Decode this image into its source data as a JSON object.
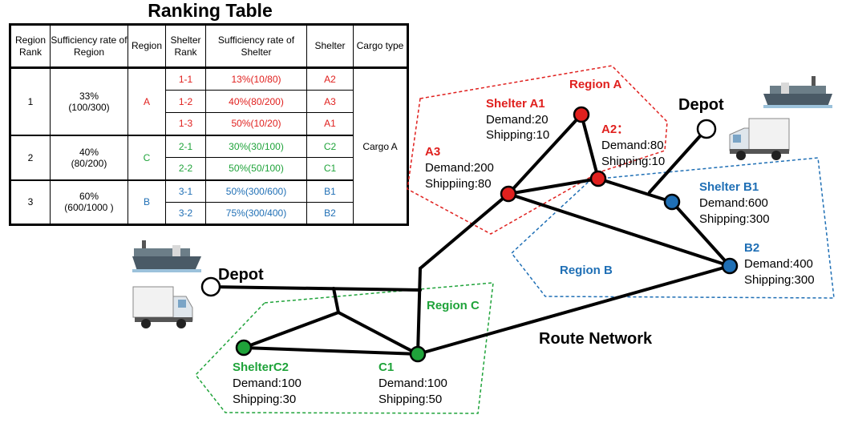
{
  "table": {
    "title": "Ranking Table",
    "headers": [
      "Region Rank",
      "Sufficiency rate of Region",
      "Region",
      "Shelter Rank",
      "Sufficiency rate  of Shelter",
      "Shelter",
      "Cargo type"
    ],
    "groups": [
      {
        "rank": "1",
        "rate": "33%",
        "ratio": "(100/300)",
        "region": "A",
        "color": "#e0201e",
        "rows": [
          {
            "srank": "1-1",
            "srate": "13%(10/80)",
            "shelter": "A2"
          },
          {
            "srank": "1-2",
            "srate": "40%(80/200)",
            "shelter": "A3"
          },
          {
            "srank": "1-3",
            "srate": "50%(10/20)",
            "shelter": "A1"
          }
        ]
      },
      {
        "rank": "2",
        "rate": "40%",
        "ratio": "(80/200)",
        "region": "C",
        "color": "#1fa33a",
        "rows": [
          {
            "srank": "2-1",
            "srate": "30%(30/100)",
            "shelter": "C2"
          },
          {
            "srank": "2-2",
            "srate": "50%(50/100)",
            "shelter": "C1"
          }
        ]
      },
      {
        "rank": "3",
        "rate": "60%",
        "ratio": "(600/1000 )",
        "region": "B",
        "color": "#1f6fb5",
        "rows": [
          {
            "srank": "3-1",
            "srate": "50%(300/600)",
            "shelter": "B1"
          },
          {
            "srank": "3-2",
            "srate": "75%(300/400)",
            "shelter": "B2"
          }
        ]
      }
    ],
    "cargo_type": "Cargo A"
  },
  "network": {
    "title": "Route Network",
    "colors": {
      "region_a": "#e0201e",
      "region_b": "#1f6fb5",
      "region_c": "#1fa33a",
      "line": "#000000"
    },
    "regions": {
      "a": "Region A",
      "b": "Region B",
      "c": "Region C"
    },
    "depots": {
      "left": "Depot",
      "right": "Depot"
    },
    "nodes": {
      "a1": {
        "name": "Shelter A1",
        "demand": "Demand:20",
        "shipping": "Shipping:10"
      },
      "a2": {
        "name": "A2：",
        "demand": "Demand:80",
        "shipping": "Shipping:10"
      },
      "a3": {
        "name": "A3",
        "demand": "Demand:200",
        "shipping": "Shippiing:80"
      },
      "b1": {
        "name": "Shelter B1",
        "demand": "Demand:600",
        "shipping": "Shipping:300"
      },
      "b2": {
        "name": "B2",
        "demand": "Demand:400",
        "shipping": "Shipping:300"
      },
      "c1": {
        "name": "C1",
        "demand": "Demand:100",
        "shipping": "Shipping:50"
      },
      "c2": {
        "name": "ShelterC2",
        "demand": "Demand:100",
        "shipping": "Shipping:30"
      }
    }
  }
}
